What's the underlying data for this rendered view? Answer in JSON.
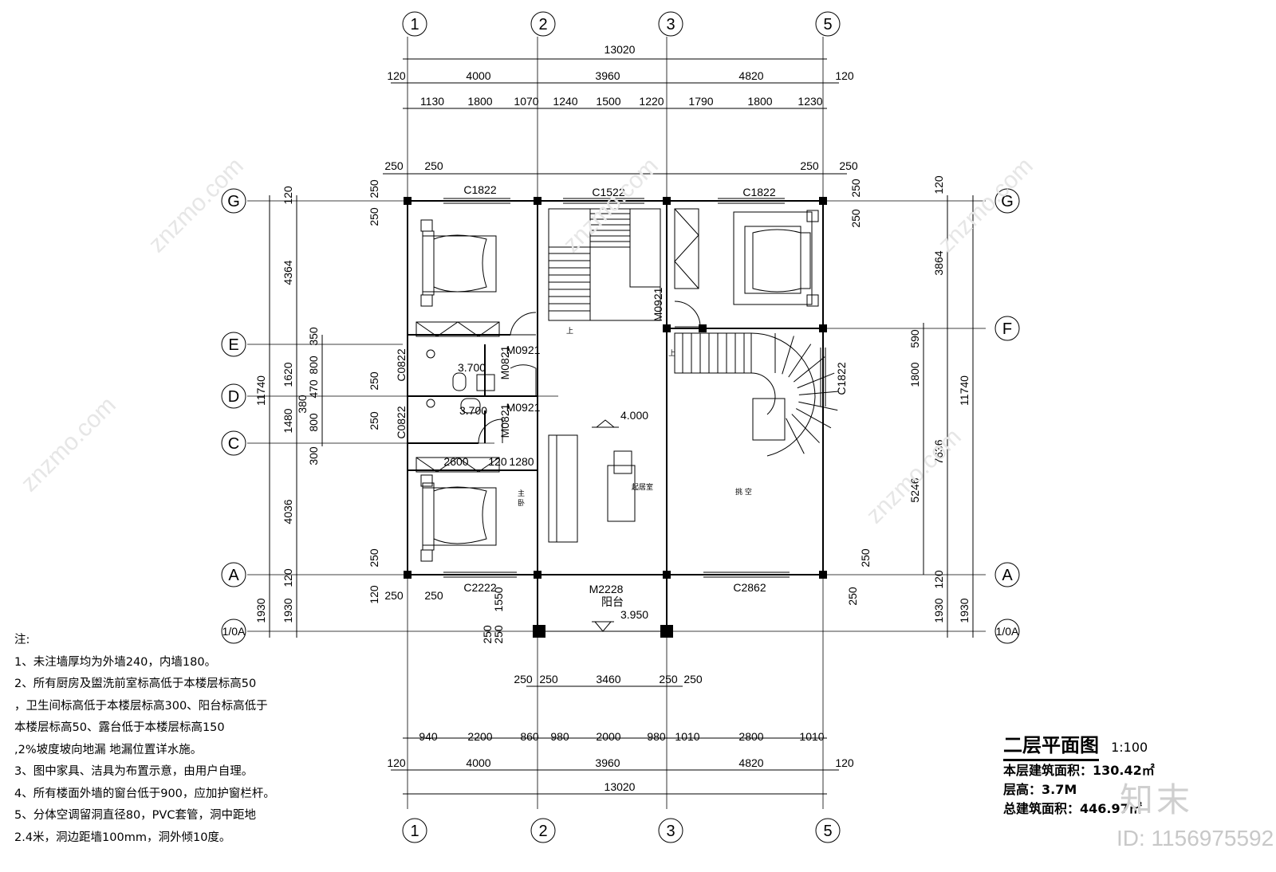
{
  "drawing": {
    "title": "二层平面图",
    "scale": "1:100",
    "floor_area_label": "本层建筑面积：",
    "floor_area_value": "130.42㎡",
    "floor_height_label": "层高：",
    "floor_height_value": "3.7M",
    "total_area_label": "总建筑面积：",
    "total_area_value": "446.97㎡"
  },
  "axes": {
    "vertical_top": [
      "1",
      "2",
      "3",
      "5"
    ],
    "vertical_bottom": [
      "1",
      "2",
      "3",
      "5"
    ],
    "horizontal_left": [
      "G",
      "E",
      "D",
      "C",
      "A",
      "1/0A"
    ],
    "horizontal_right": [
      "G",
      "F",
      "A",
      "1/0A"
    ]
  },
  "dimensions": {
    "top_total": "13020",
    "top_bays": [
      "120",
      "4000",
      "3960",
      "4820",
      "120"
    ],
    "top_detail": [
      "1130",
      "1800",
      "1070",
      "1240",
      "1500",
      "1220",
      "1790",
      "1800",
      "1230"
    ],
    "top_small": [
      "250",
      "250",
      "250",
      "250"
    ],
    "bottom_total": "13020",
    "bottom_bays": [
      "120",
      "4000",
      "3960",
      "4820",
      "120"
    ],
    "bottom_detail": [
      "940",
      "2200",
      "860",
      "980",
      "2000",
      "980",
      "1010",
      "2800",
      "1010"
    ],
    "bottom_balcony": [
      "250",
      "250",
      "3460",
      "250",
      "250"
    ],
    "left_total": "11740",
    "left_bays": [
      "4364",
      "1620",
      "1480",
      "4036",
      "120",
      "1930",
      "1930"
    ],
    "left_detail": [
      "120",
      "250",
      "250",
      "350",
      "800",
      "470",
      "380",
      "800",
      "300",
      "250",
      "250",
      "250",
      "120"
    ],
    "right_total": "11740",
    "right_bays": [
      "120",
      "3864",
      "7636",
      "120",
      "1930",
      "1930"
    ],
    "right_detail": [
      "250",
      "250",
      "590",
      "1800",
      "5246",
      "250",
      "250"
    ],
    "misc_small": [
      "250",
      "250",
      "250",
      "250",
      "1550",
      "2600",
      "120",
      "1280"
    ]
  },
  "openings": {
    "windows": [
      "C1822",
      "C1522",
      "C1822",
      "C0822",
      "C0822",
      "C1822",
      "C2222",
      "C2862"
    ],
    "doors": [
      "M0921",
      "M0921",
      "M0821",
      "M0921",
      "M0821",
      "M2228"
    ]
  },
  "rooms": {
    "living": "起居室",
    "void": "挑  空",
    "master": "主  卧",
    "balcony": "阳台",
    "level_living": "4.000",
    "level_bath1": "3.700",
    "level_bath2": "3.700",
    "level_balcony": "3.950",
    "stair_up": "上",
    "stair_up2": "上"
  },
  "notes": {
    "heading": "注:",
    "lines": [
      "1、未注墙厚均为外墙240，内墙180。",
      "2、所有厨房及盥洗前室标高低于本楼层标高50",
      "，卫生间标高低于本楼层标高300、阳台标高低于",
      "本楼层标高50、露台低于本楼层标高150",
      ",2%坡度坡向地漏 地漏位置详水施。",
      "3、图中家具、洁具为布置示意，由用户自理。",
      "4、所有楼面外墙的窗台低于900，应加护窗栏杆。",
      "5、分体空调留洞直径80，PVC套管，洞中距地",
      "2.4米，洞边距墙100mm，洞外倾10度。"
    ]
  },
  "watermark": {
    "logo": "知末",
    "id": "ID: 1156975592",
    "site": "znzmo.com"
  }
}
